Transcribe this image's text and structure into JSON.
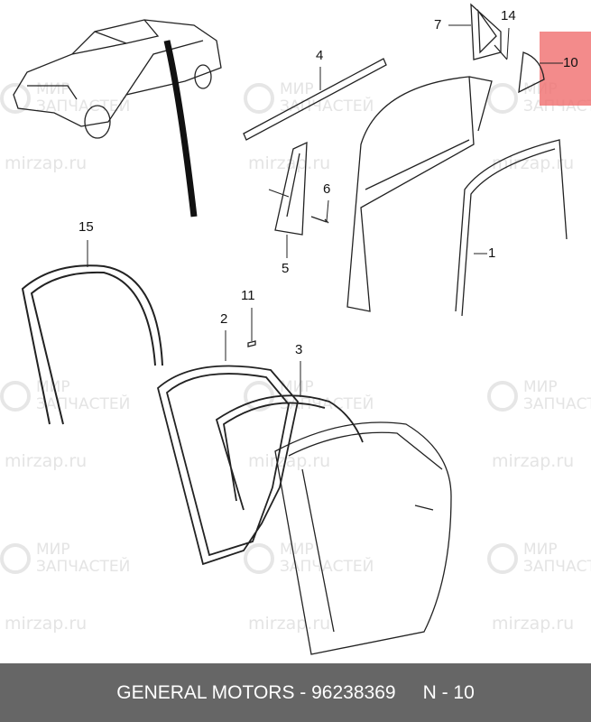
{
  "diagram": {
    "callouts": [
      {
        "id": "1",
        "label": "1"
      },
      {
        "id": "2",
        "label": "2"
      },
      {
        "id": "3",
        "label": "3"
      },
      {
        "id": "4",
        "label": "4"
      },
      {
        "id": "5",
        "label": "5"
      },
      {
        "id": "6",
        "label": "6"
      },
      {
        "id": "7",
        "label": "7"
      },
      {
        "id": "10",
        "label": "10"
      },
      {
        "id": "11",
        "label": "11"
      },
      {
        "id": "14",
        "label": "14"
      },
      {
        "id": "15",
        "label": "15"
      }
    ],
    "highlighted_part": "10",
    "highlight_color": "#f07070"
  },
  "watermark": {
    "line1": "МИР",
    "line2": "ЗАПЧАСТЕЙ",
    "url": "mirzap.ru"
  },
  "footer": {
    "part_info": "GENERAL MOTORS - 96238369",
    "position": "N - 10",
    "background": "#666666"
  }
}
